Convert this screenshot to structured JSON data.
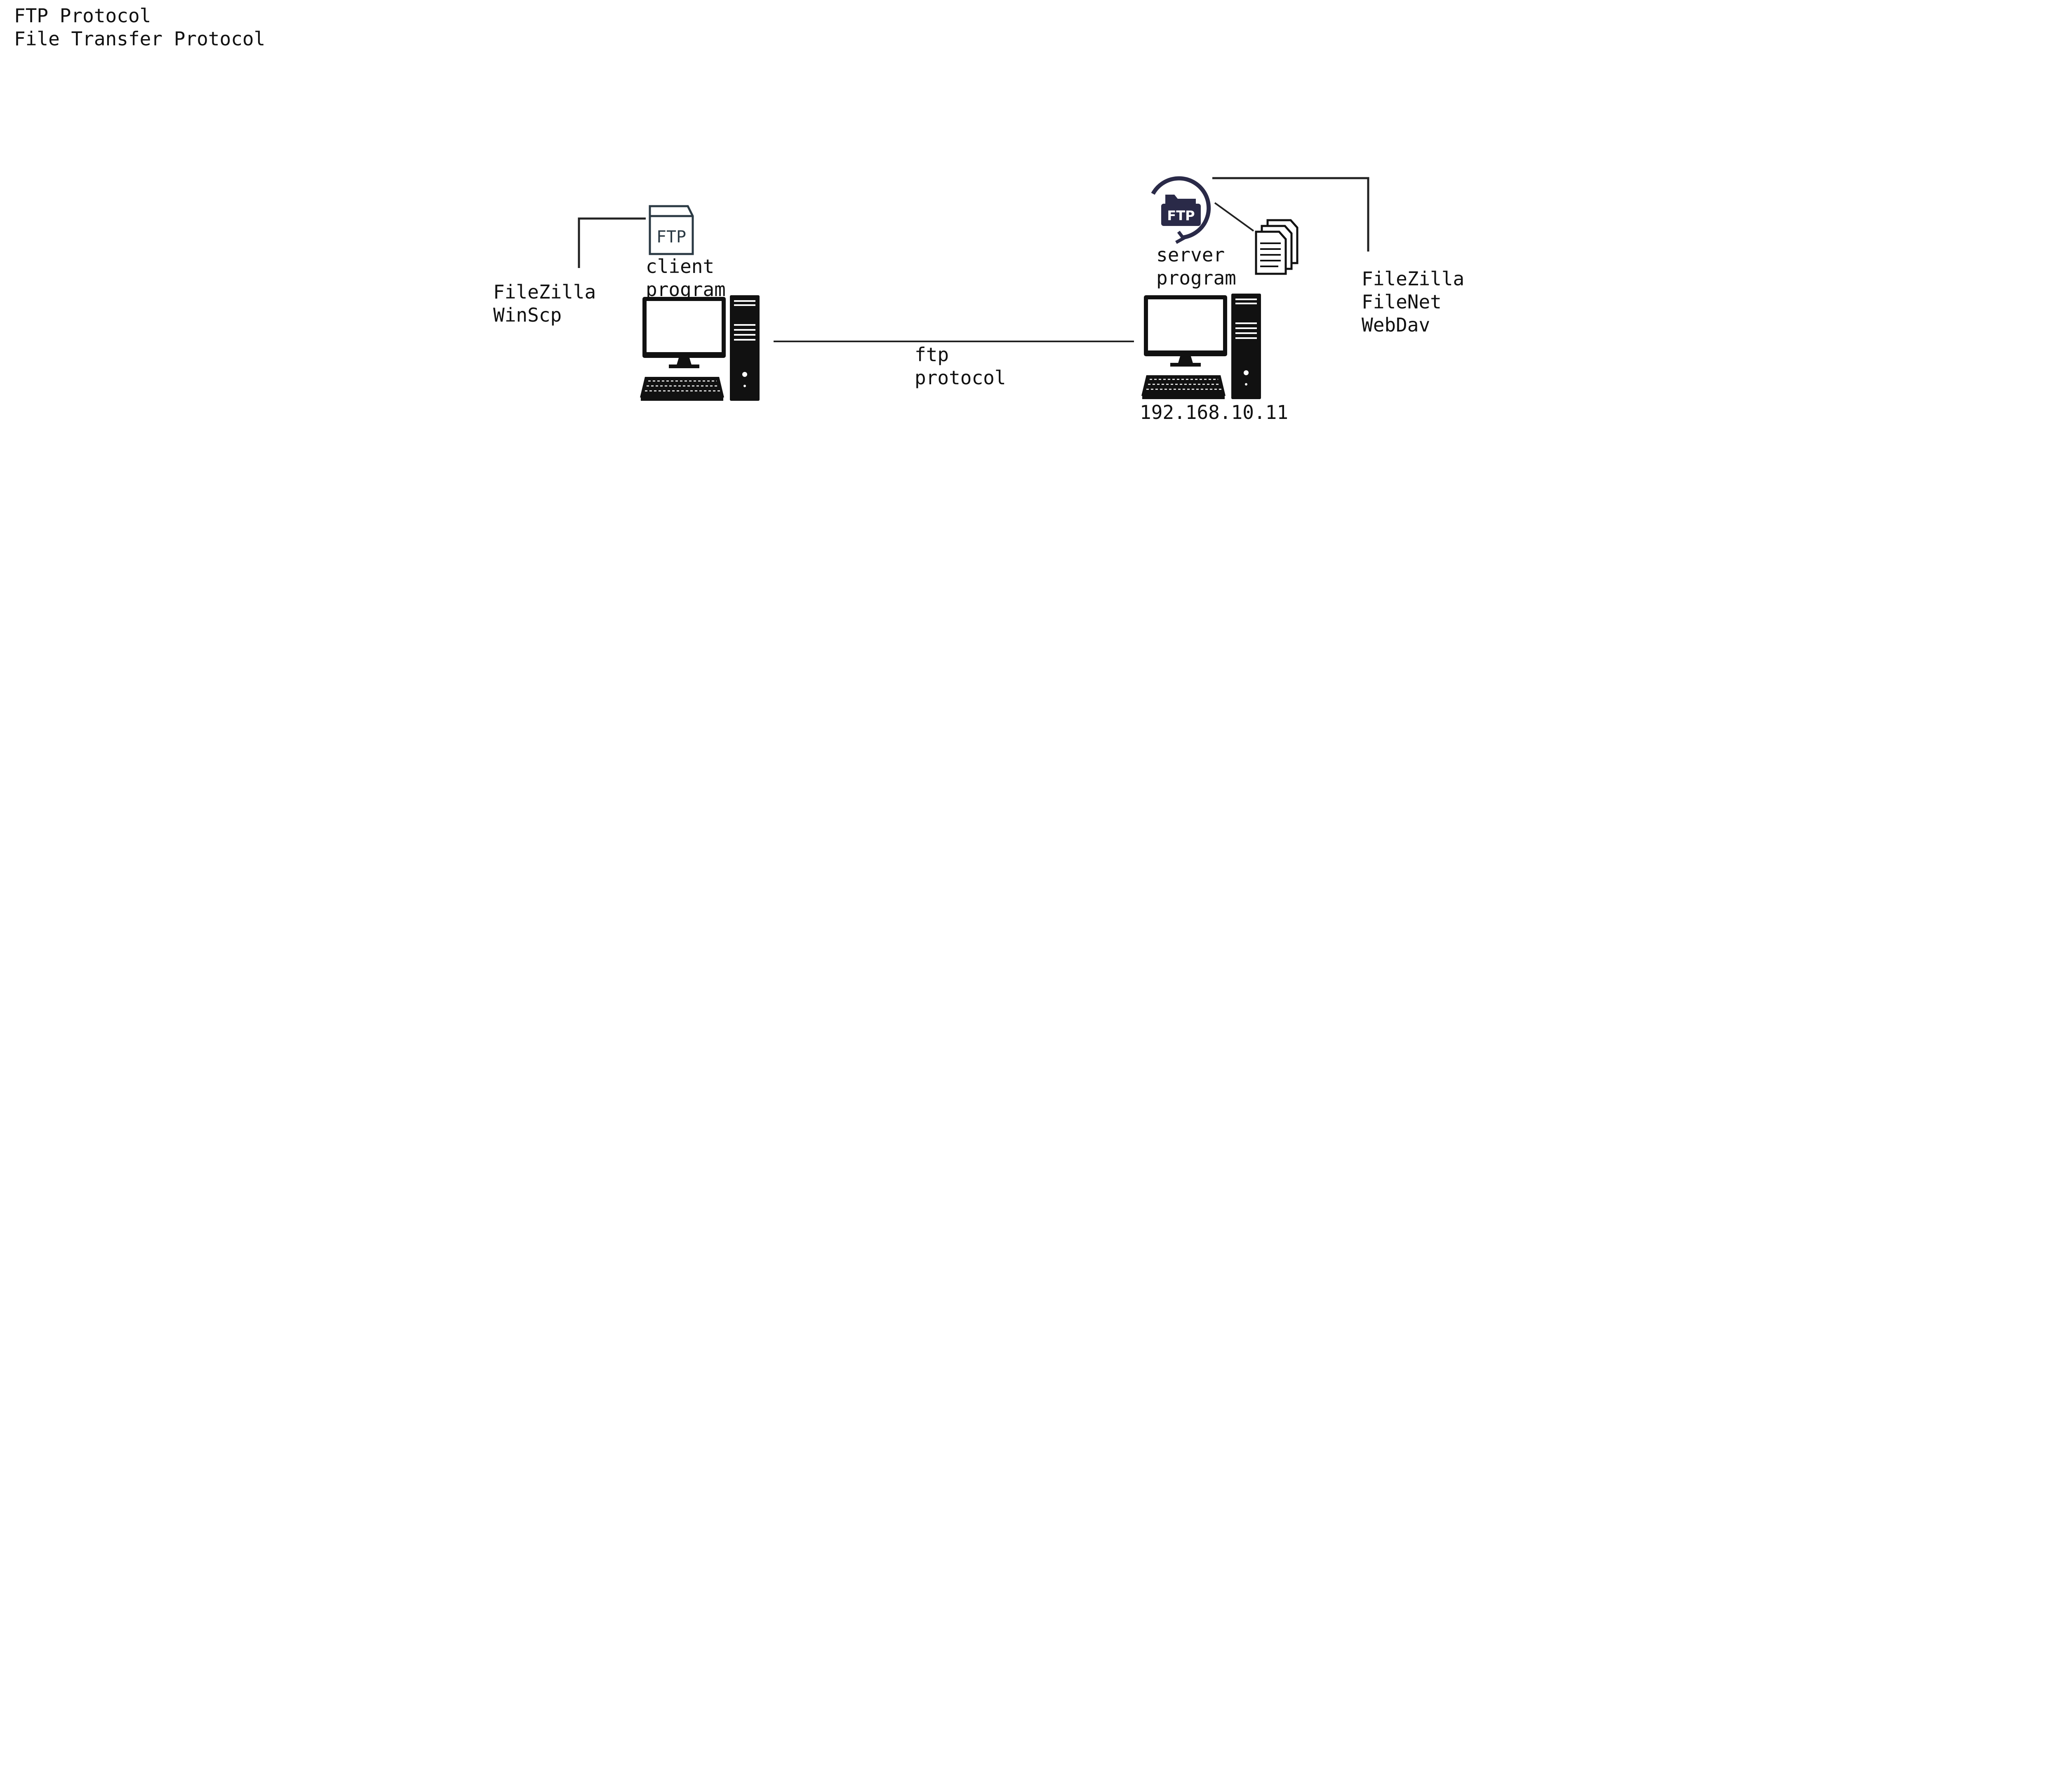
{
  "header": {
    "title": "FTP Protocol",
    "subtitle": "File Transfer Protocol"
  },
  "client": {
    "icon_text": "FTP",
    "label_line1": "client",
    "label_line2": "program",
    "software": [
      "FileZilla",
      "WinScp"
    ]
  },
  "link": {
    "label_line1": "ftp",
    "label_line2": "protocol"
  },
  "server": {
    "icon_text": "FTP",
    "label_line1": "server",
    "label_line2": "program",
    "ip": "192.168.10.11",
    "software": [
      "FileZilla",
      "FileNet",
      "WebDav"
    ]
  },
  "colors": {
    "line": "#222222",
    "device": "#111111",
    "badge": "#2a2a48",
    "client_icon": "#2b3a44"
  }
}
